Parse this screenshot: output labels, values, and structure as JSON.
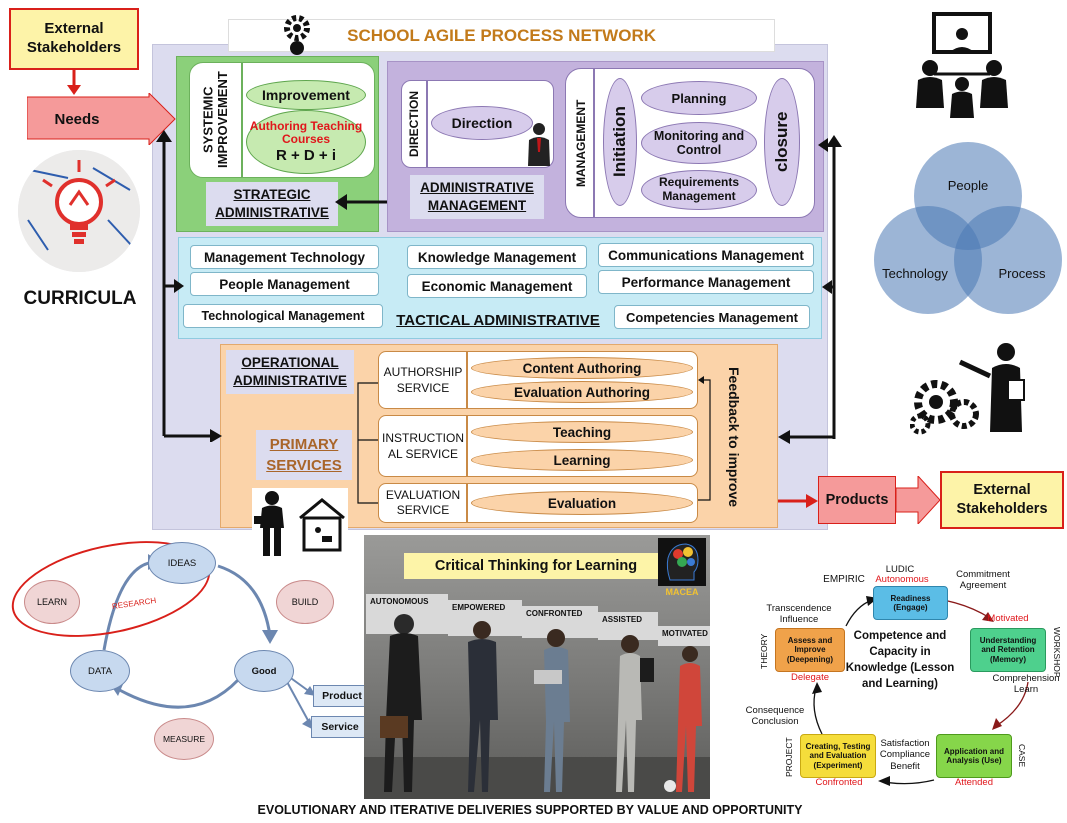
{
  "title": "SCHOOL AGILE PROCESS NETWORK",
  "external_stakeholders_top": "External Stakeholders",
  "needs": "Needs",
  "curricula": "CURRICULA",
  "strategic": {
    "systemic_improvement": "SYSTEMIC IMPROVEMENT",
    "improvement": "Improvement",
    "authoring_teaching": "Authoring Teaching",
    "courses": "Courses",
    "rdi": "R + D + i",
    "label": "STRATEGIC ADMINISTRATIVE"
  },
  "admin_mgmt": {
    "direction_vertical": "DIRECTION",
    "direction": "Direction",
    "management_vertical": "MANAGEMENT",
    "initiation": "Initiation",
    "planning": "Planning",
    "monitoring": "Monitoring and Control",
    "requirements": "Requirements Management",
    "closure": "closure",
    "label": "ADMINISTRATIVE MANAGEMENT"
  },
  "tactical": {
    "items": [
      "Management Technology",
      "Knowledge Management",
      "Communications Management",
      "People Management",
      "Economic Management",
      "Performance Management",
      "Technological Management",
      "Competencies Management"
    ],
    "label": "TACTICAL ADMINISTRATIVE"
  },
  "operational": {
    "label": "OPERATIONAL ADMINISTRATIVE",
    "primary_services": "PRIMARY SERVICES",
    "authorship_service": "AUTHORSHIP SERVICE",
    "content_authoring": "Content Authoring",
    "evaluation_authoring": "Evaluation Authoring",
    "instructional_service": "INSTRUCTION AL SERVICE",
    "teaching": "Teaching",
    "learning": "Learning",
    "evaluation_service": "EVALUATION SERVICE",
    "evaluation": "Evaluation",
    "feedback": "Feedback to improve"
  },
  "products": "Products",
  "external_stakeholders_right": "External Stakeholders",
  "venn": {
    "people": "People",
    "technology": "Technology",
    "process": "Process"
  },
  "idea_cycle": {
    "ideas": "IDEAS",
    "learn": "LEARN",
    "build": "BUILD",
    "data": "DATA",
    "good": "Good",
    "measure": "MEASURE",
    "research": "RESEARCH",
    "product": "Product",
    "service": "Service"
  },
  "critical_thinking": {
    "title": "Critical Thinking for Learning",
    "macea": "MACEA",
    "stairs": [
      "AUTONOMOUS",
      "EMPOWERED",
      "CONFRONTED",
      "ASSISTED",
      "MOTIVATED"
    ]
  },
  "competence_cycle": {
    "center": "Competence and Capacity in Knowledge (Lesson and Learning)",
    "ludic": "LUDIC",
    "autonomous": "Autonomous",
    "readiness": "Readiness (Engage)",
    "empiric": "EMPIRIC",
    "commitment": "Commitment Agreement",
    "motivated": "Motivated",
    "workshop": "WORKSHOP",
    "understanding": "Understanding and Retention (Memory)",
    "comprehension": "Comprehension Learn",
    "case": "CASE",
    "application": "Application and Analysis (Use)",
    "attended": "Attended",
    "satisfaction": "Satisfaction Compliance Benefit",
    "project": "PROJECT",
    "creating": "Creating, Testing and Evaluation (Experiment)",
    "confronted": "Confronted",
    "consequence": "Consequence Conclusion",
    "theory": "THEORY",
    "assess": "Assess and Improve (Deepening)",
    "delegate": "Delegate",
    "transcendence": "Transcendence Influence"
  },
  "footer": "EVOLUTIONARY AND ITERATIVE DELIVERIES SUPPORTED BY VALUE AND OPPORTUNITY"
}
